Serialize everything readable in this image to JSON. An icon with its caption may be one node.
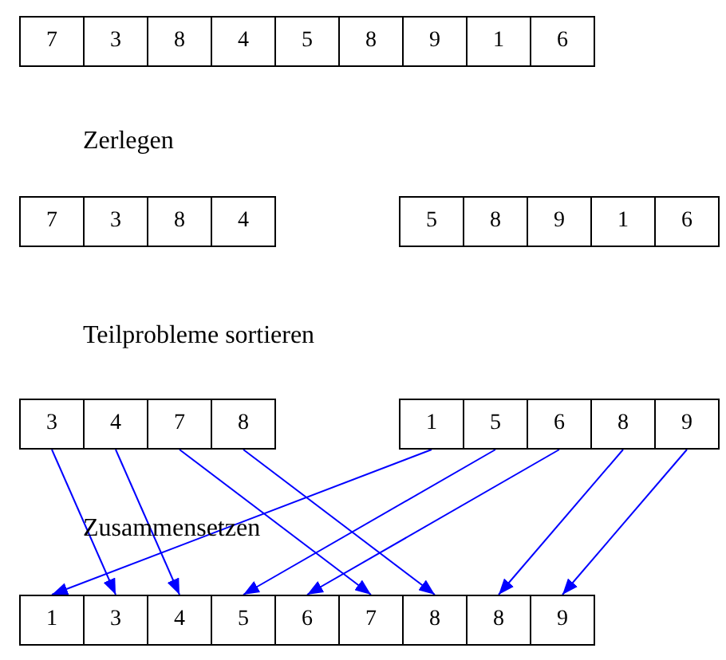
{
  "diagram": {
    "nodes": [
      {
        "text": [
          "7"
        ]
      },
      {
        "text": [
          "3"
        ]
      },
      {
        "text": [
          "8"
        ]
      },
      {
        "text": [
          "4"
        ]
      },
      {
        "text": [
          "5"
        ]
      },
      {
        "text": [
          "8"
        ]
      },
      {
        "text": [
          "9"
        ]
      },
      {
        "text": [
          "1"
        ]
      },
      {
        "text": [
          "6"
        ]
      },
      {
        "text": [
          "7"
        ]
      },
      {
        "text": [
          "3"
        ]
      },
      {
        "text": [
          "8"
        ]
      },
      {
        "text": [
          "4"
        ]
      },
      {
        "text": [
          "5"
        ]
      },
      {
        "text": [
          "8"
        ]
      },
      {
        "text": [
          "9"
        ]
      },
      {
        "text": [
          "1"
        ]
      },
      {
        "text": [
          "6"
        ]
      },
      {
        "text": [
          "3"
        ]
      },
      {
        "text": [
          "4"
        ]
      },
      {
        "text": [
          "7"
        ]
      },
      {
        "text": [
          "8"
        ]
      },
      {
        "text": [
          "1"
        ]
      },
      {
        "text": [
          "5"
        ]
      },
      {
        "text": [
          "6"
        ]
      },
      {
        "text": [
          "8"
        ]
      },
      {
        "text": [
          "9"
        ]
      },
      {
        "text": [
          "1"
        ]
      },
      {
        "text": [
          "3"
        ]
      },
      {
        "text": [
          "4"
        ]
      },
      {
        "text": [
          "5"
        ]
      },
      {
        "text": [
          "6"
        ]
      },
      {
        "text": [
          "7"
        ]
      },
      {
        "text": [
          "8"
        ]
      },
      {
        "text": [
          "8"
        ]
      },
      {
        "text": [
          "9"
        ]
      }
    ],
    "edges": [
      {
        "from": 18,
        "to": 28,
        "arrow": "to"
      },
      {
        "from": 19,
        "to": 29,
        "arrow": "to"
      },
      {
        "from": 20,
        "to": 32,
        "arrow": "to"
      },
      {
        "from": 21,
        "to": 33,
        "arrow": "to"
      },
      {
        "from": 22,
        "to": 27,
        "arrow": "to"
      },
      {
        "from": 23,
        "to": 30,
        "arrow": "to"
      },
      {
        "from": 24,
        "to": 31,
        "arrow": "to"
      },
      {
        "from": 25,
        "to": 34,
        "arrow": "to"
      },
      {
        "from": 26,
        "to": 35,
        "arrow": "to"
      }
    ],
    "labels": [
      "Zerlegen",
      "Teilprobleme sortieren",
      "Zusammensetzen"
    ]
  }
}
